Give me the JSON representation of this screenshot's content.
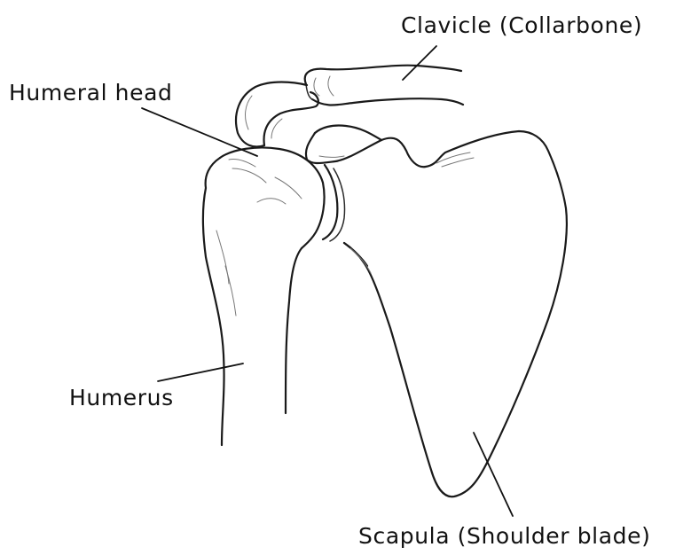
{
  "labels": {
    "clavicle": "Clavicle (Collarbone)",
    "humeral_head": "Humeral head",
    "humerus": "Humerus",
    "scapula": "Scapula (Shoulder blade)"
  },
  "colors": {
    "background": "#ffffff",
    "line": "#1a1a1a",
    "shading": "#777777"
  }
}
